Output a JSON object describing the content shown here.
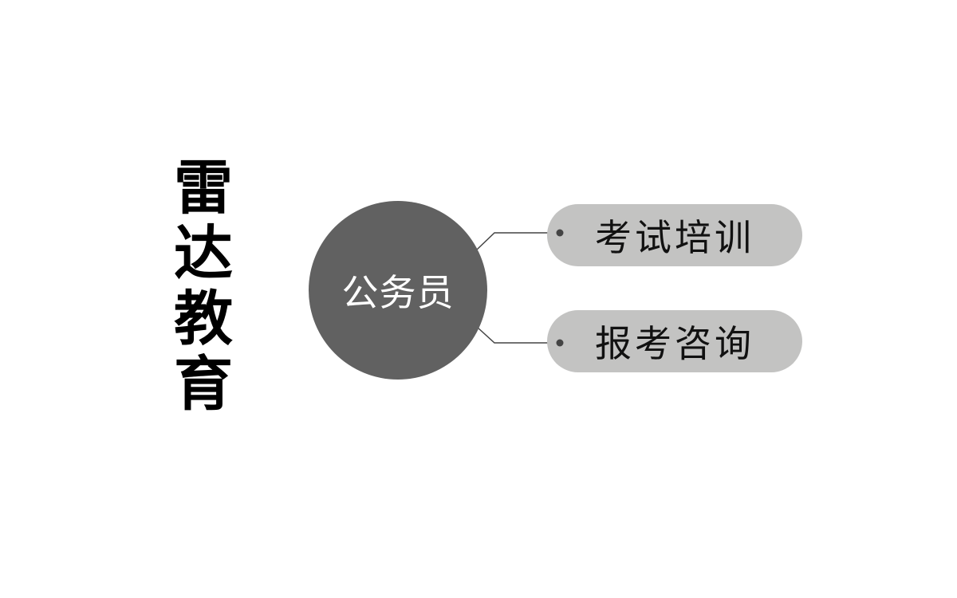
{
  "brand": {
    "chars": [
      "雷",
      "达",
      "教",
      "育"
    ]
  },
  "hub": {
    "label": "公务员"
  },
  "branches": [
    {
      "label": "考试培训"
    },
    {
      "label": "报考咨询"
    }
  ],
  "colors": {
    "hub_fill": "#616161",
    "pill_fill": "#c3c3c2",
    "connector": "#444444",
    "text_dark": "#111111",
    "text_light": "#ffffff"
  }
}
